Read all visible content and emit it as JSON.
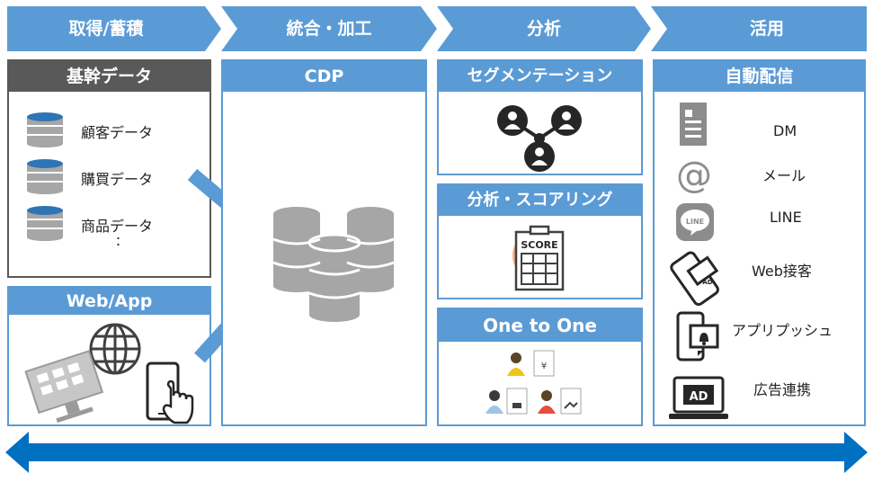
{
  "stages": [
    {
      "label": "取得/蓄積"
    },
    {
      "label": "統合・加工"
    },
    {
      "label": "分析"
    },
    {
      "label": "活用"
    }
  ],
  "core_data": {
    "title": "基幹データ",
    "items": [
      "顧客データ",
      "購買データ",
      "商品データ"
    ],
    "ellipsis": "："
  },
  "web_app": {
    "title": "Web/App"
  },
  "cdp": {
    "title": "CDP"
  },
  "analysis": {
    "segmentation": "セグメンテーション",
    "scoring": "分析・スコアリング",
    "score_label": "SCORE",
    "one_to_one": "One to One"
  },
  "delivery": {
    "title": "自動配信",
    "items": [
      "DM",
      "メール",
      "LINE",
      "Web接客",
      "アプリプッシュ",
      "広告連携"
    ],
    "line_icon_text": "LINE",
    "ad_icon_text": "AD",
    "web_icon_text": "AD"
  },
  "colors": {
    "stage_blue": "#5b9bd5",
    "header_gray": "#595959",
    "icon_gray": "#8c8c8c",
    "db_top": "#2e75b6",
    "arrow_blue": "#0070c0"
  }
}
